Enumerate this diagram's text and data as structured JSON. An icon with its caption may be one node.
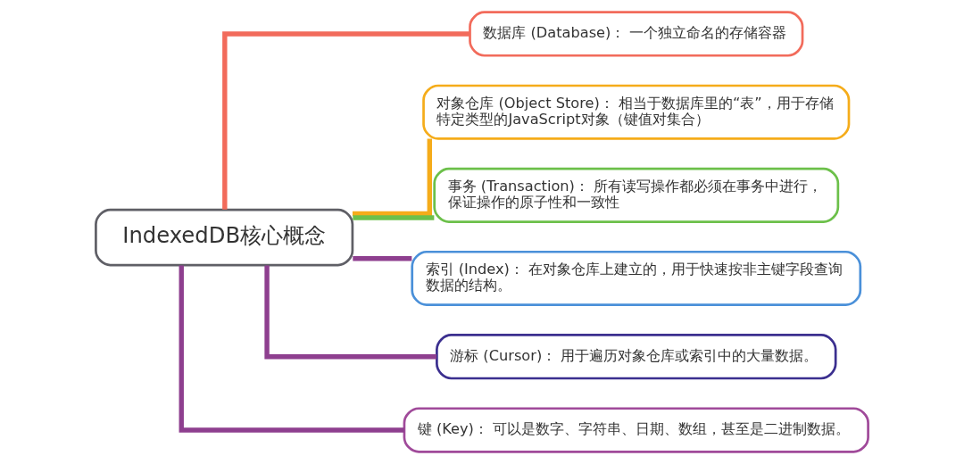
{
  "diagram": {
    "nodes": [
      {
        "text": [
          "IndexedDB核心概念"
        ]
      },
      {
        "text": [
          "数据库 (Database)： 一个独立命名的存储容器"
        ]
      },
      {
        "text": [
          "对象仓库 (Object Store)： 相当于数据库里的“表”，用于存储特定类型的JavaScript对象（键值对集合）"
        ]
      },
      {
        "text": [
          "事务 (Transaction)： 所有读写操作都必须在事务中进行，保证操作的原子性和一致性"
        ]
      },
      {
        "text": [
          "索引 (Index)： 在对象仓库上建立的，用于快速按非主键字段查询数据的结构。"
        ]
      },
      {
        "text": [
          "游标 (Cursor)： 用于遍历对象仓库或索引中的大量数据。"
        ]
      },
      {
        "text": [
          "键 (Key)： 可以是数字、字符串、日期、数组，甚至是二进制数据。"
        ]
      }
    ],
    "edges": [
      {
        "from": 0,
        "to": 1,
        "arrow": "none",
        "color": "#f26b5b"
      },
      {
        "from": 0,
        "to": 2,
        "arrow": "none",
        "color": "#f5ac1a"
      },
      {
        "from": 0,
        "to": 3,
        "arrow": "none",
        "color": "#6cc04a"
      },
      {
        "from": 0,
        "to": 4,
        "arrow": "none",
        "color": "#8e3f8f"
      },
      {
        "from": 0,
        "to": 5,
        "arrow": "none",
        "color": "#8e3f8f"
      },
      {
        "from": 0,
        "to": 6,
        "arrow": "none",
        "color": "#8e3f8f"
      }
    ]
  }
}
